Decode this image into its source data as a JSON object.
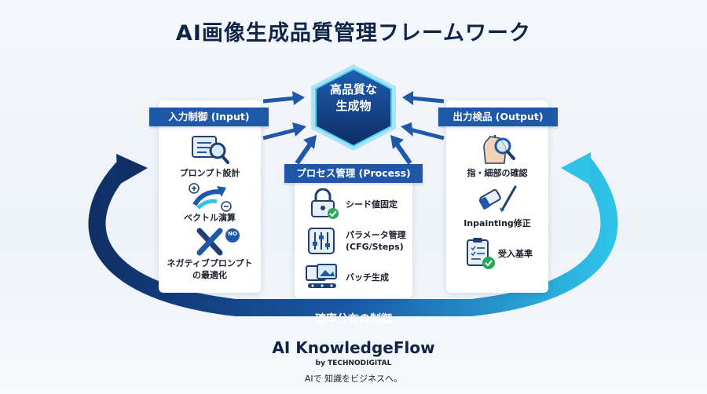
{
  "title": "AI画像生成品質管理フレームワーク",
  "center": {
    "line1": "高品質な",
    "line2": "生成物"
  },
  "input_panel": {
    "header": "入力制御 (Input)",
    "items": [
      {
        "label": "プロンプト設計",
        "icon": "prompt-search-icon"
      },
      {
        "label": "ベクトル演算",
        "icon": "vector-arrow-icon"
      },
      {
        "label_line1": "ネガティブプロンプト",
        "label_line2": "の最適化",
        "icon": "no-cross-icon"
      }
    ],
    "no_badge": "NO"
  },
  "process_panel": {
    "header": "プロセス管理 (Process)",
    "items": [
      {
        "label": "シード値固定",
        "icon": "lock-icon"
      },
      {
        "label_line1": "パラメータ管理",
        "label_line2": "(CFG/Steps)",
        "icon": "sliders-icon"
      },
      {
        "label": "バッチ生成",
        "icon": "image-batch-icon"
      }
    ]
  },
  "output_panel": {
    "header": "出力検品 (Output)",
    "items": [
      {
        "label": "指・細部の確認",
        "icon": "hand-magnifier-icon"
      },
      {
        "label": "Inpainting修正",
        "icon": "eraser-brush-icon"
      },
      {
        "label": "受入基準",
        "icon": "checklist-icon"
      }
    ]
  },
  "cycle_label": "確率分布の制御",
  "brand": {
    "name": "AI KnowledgeFlow",
    "by": "by TECHNODIGITAL",
    "tagline": "AIで 知識をビジネスへ。"
  },
  "colors": {
    "navy": "#0f2448",
    "header_blue": "#1f58a8",
    "cyan": "#2fc3e8",
    "green": "#27a85a"
  }
}
